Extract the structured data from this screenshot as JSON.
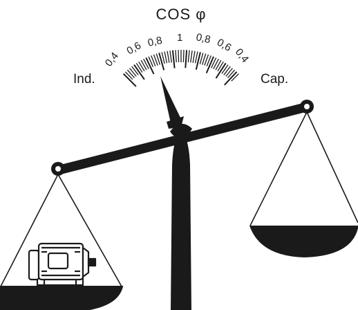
{
  "title": "COS φ",
  "left_label": "Ind.",
  "right_label": "Cap.",
  "scale": {
    "left": [
      "0,4",
      "0,6",
      "0,8"
    ],
    "center": "1",
    "right": [
      "0,8",
      "0,6",
      "0,4"
    ]
  },
  "colors": {
    "ink": "#1a1a1a",
    "paper": "#ffffff"
  },
  "icons": [
    "balance-scale-icon",
    "electric-motor-icon",
    "pointer-needle-icon"
  ]
}
